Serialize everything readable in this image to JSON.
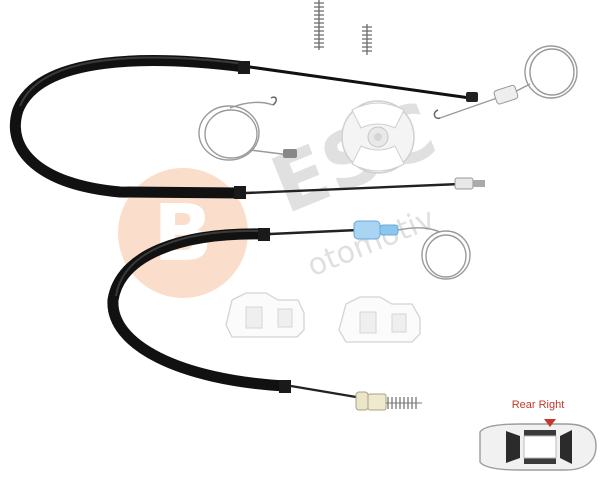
{
  "watermark": {
    "logo_letter": "B",
    "brand_main": "ESC",
    "brand_sub": "otomotiv",
    "accent_color": "#f39c5a",
    "gray_color": "#bfbfbf"
  },
  "position_badge": {
    "label": "Rear Right",
    "label_color": "#c0392b",
    "marker_color": "#c0392b"
  },
  "parts": [
    {
      "name": "long-cable-housing"
    },
    {
      "name": "short-cable-housing"
    },
    {
      "name": "cable-coil"
    },
    {
      "name": "spring"
    },
    {
      "name": "pulley-wheel"
    },
    {
      "name": "slider-clip"
    }
  ]
}
